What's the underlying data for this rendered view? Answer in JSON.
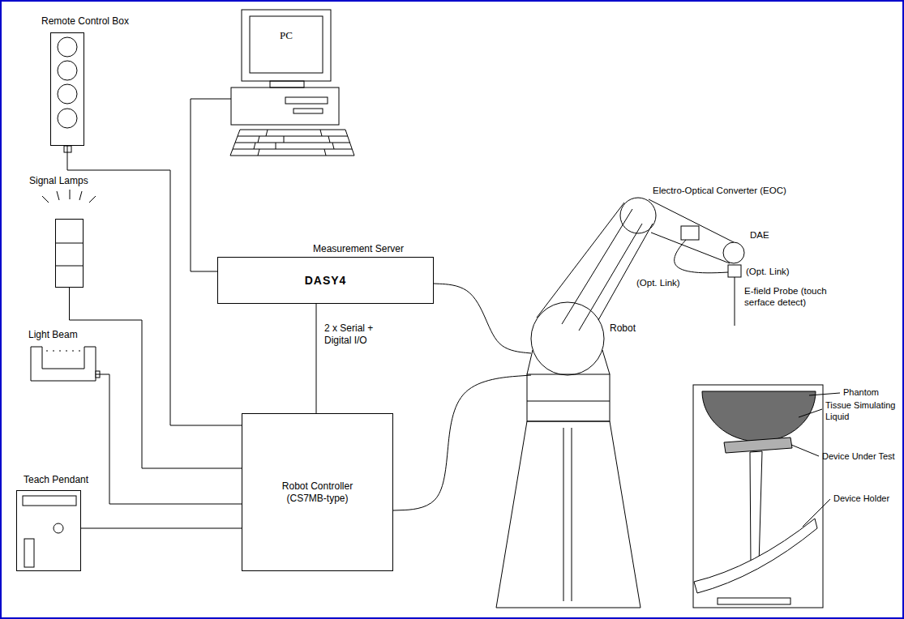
{
  "diagram": {
    "nodes": [
      {
        "text": [
          "Remote Control Box"
        ]
      },
      {
        "text": [
          "PC"
        ]
      },
      {
        "text": [
          "Signal Lamps"
        ]
      },
      {
        "text": [
          "Measurement Server",
          "DASY4"
        ]
      },
      {
        "text": [
          "Light Beam"
        ]
      },
      {
        "text": [
          "Robot"
        ]
      },
      {
        "text": [
          "Robot Controller (CS7MB-type)"
        ]
      },
      {
        "text": [
          "Teach Pendant"
        ]
      }
    ],
    "edges": [
      {
        "from": 0,
        "to": 6,
        "arrow": "none"
      },
      {
        "from": 1,
        "to": 3,
        "arrow": "none"
      },
      {
        "from": 2,
        "to": 6,
        "arrow": "none"
      },
      {
        "from": 3,
        "to": 6,
        "label": "2 x Serial + Digital I/O",
        "arrow": "none"
      },
      {
        "from": 4,
        "to": 6,
        "arrow": "none"
      },
      {
        "from": 7,
        "to": 6,
        "arrow": "none"
      },
      {
        "from": 3,
        "to": 5,
        "arrow": "none"
      },
      {
        "from": 6,
        "to": 5,
        "arrow": "none"
      }
    ],
    "labels": [
      "Electro-Optical Converter (EOC)",
      "DAE",
      "(Opt. Link)",
      "(Opt. Link)",
      "E-field Probe (touch serface detect)",
      "Phantom",
      "Tissue Simulating Liquid",
      "Device Under Test",
      "Device Holder"
    ]
  }
}
